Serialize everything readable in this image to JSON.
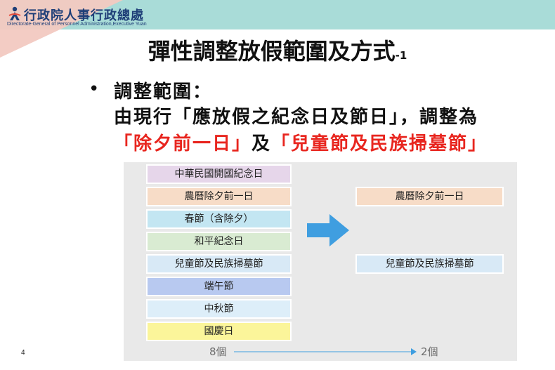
{
  "header": {
    "org_name": "行政院人事行政總處",
    "org_name_en": "Directorate-General of Personnel Administration,Executive Yuan"
  },
  "slide": {
    "title": "彈性調整放假範圍及方式",
    "title_suffix": "-1",
    "bullet": {
      "line1": "調整範圍：",
      "line2": "由現行「應放假之紀念日及節日」，調整為",
      "line3_part1": "「除夕前一日」",
      "line3_connector": "及",
      "line3_part2": "「兒童節及民族掃墓節」"
    },
    "page_number": "4"
  },
  "diagram": {
    "current_items": [
      {
        "label": "中華民國開國紀念日",
        "color": "#e6d6ea"
      },
      {
        "label": "農曆除夕前一日",
        "color": "#f7dcc7"
      },
      {
        "label": "春節（含除夕）",
        "color": "#c3e6f2"
      },
      {
        "label": "和平紀念日",
        "color": "#d9ebd2"
      },
      {
        "label": "兒童節及民族掃墓節",
        "color": "#d8e9f6"
      },
      {
        "label": "端午節",
        "color": "#b8c9f0"
      },
      {
        "label": "中秋節",
        "color": "#ddeef9"
      },
      {
        "label": "國慶日",
        "color": "#fbf59a"
      }
    ],
    "adjusted_items": [
      {
        "label": "農曆除夕前一日",
        "color": "#f7dcc7"
      },
      {
        "label": "兒童節及民族掃墓節",
        "color": "#d8e9f6"
      }
    ],
    "count_before": "8個",
    "count_after": "2個",
    "arrow_color": "#3f9ee0"
  }
}
